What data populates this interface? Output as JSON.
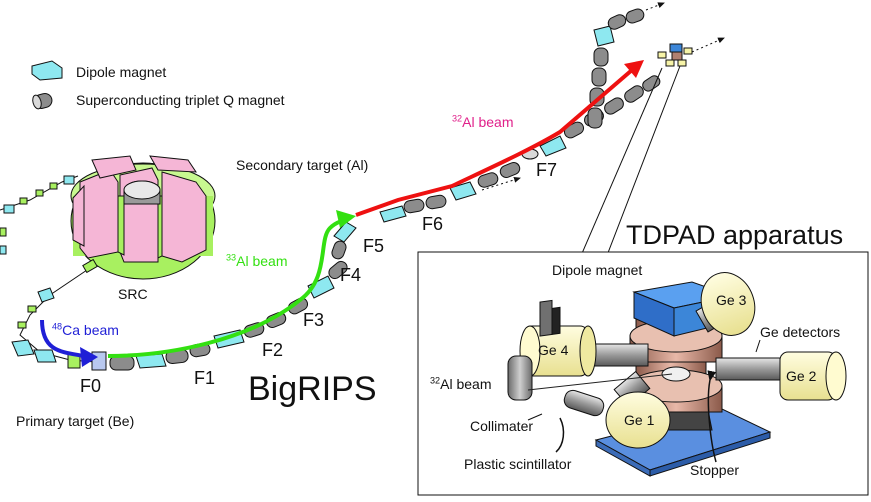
{
  "legend": {
    "dipole": "Dipole magnet",
    "triplet": "Superconducting triplet Q magnet"
  },
  "labels": {
    "src": "SRC",
    "bigrips": "BigRIPS",
    "primary_target": "Primary target (Be)",
    "secondary_target": "Secondary target (Al)",
    "ca_beam_mass": "48",
    "ca_beam_text": "Ca beam",
    "al33_beam_mass": "33",
    "al33_beam_text": "Al beam",
    "al32_beam_mass": "32",
    "al32_beam_text": "Al beam",
    "focal_planes": [
      "F0",
      "F1",
      "F2",
      "F3",
      "F4",
      "F5",
      "F6",
      "F7"
    ]
  },
  "inset": {
    "title": "TDPAD apparatus",
    "dipole": "Dipole magnet",
    "ge_detectors": "Ge detectors",
    "ge1": "Ge 1",
    "ge2": "Ge 2",
    "ge3": "Ge 3",
    "ge4": "Ge 4",
    "beam_mass": "32",
    "beam_text": "Al beam",
    "collimater": "Collimater",
    "scintillator": "Plastic scintillator",
    "stopper": "Stopper"
  },
  "colors": {
    "ca_beam": "#1f1fd6",
    "al33_beam": "#33e011",
    "al32_beam": "#ee1111",
    "al32_label": "#e0208a",
    "dipole": "#8ee8f0",
    "quad": "#8c8c8c",
    "src_pink": "#f5b6d6",
    "src_green": "#a8f060",
    "inset_dipole": "#3c86d8",
    "ge_yellow": "#f7f4a8",
    "base_blue": "#5a8fe0"
  }
}
